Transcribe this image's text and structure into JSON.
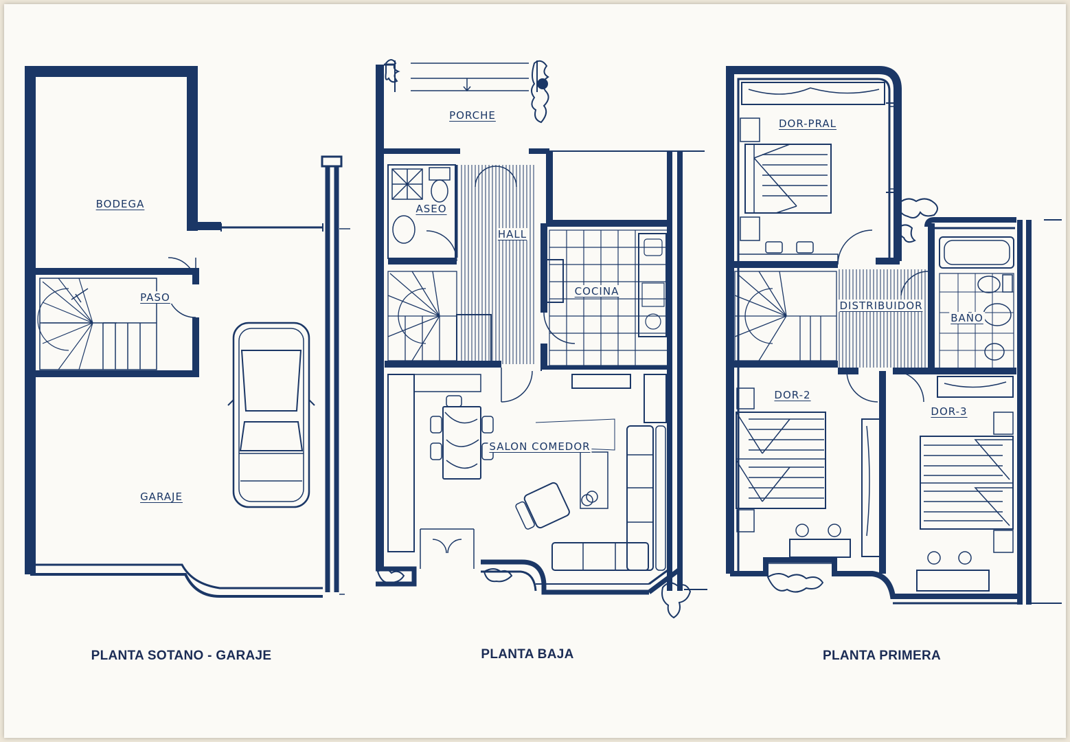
{
  "colors": {
    "ink": "#1b3766",
    "paper": "#fbfaf6",
    "title": "#1b2c55"
  },
  "plans": {
    "sotano": {
      "title": "PLANTA SOTANO - GARAJE",
      "rooms": {
        "bodega": "BODEGA",
        "paso": "PASO",
        "garaje": "GARAJE"
      }
    },
    "baja": {
      "title": "PLANTA BAJA",
      "rooms": {
        "porche": "PORCHE",
        "aseo": "ASEO",
        "hall": "HALL",
        "cocina": "COCINA",
        "salon": "SALON COMEDOR"
      }
    },
    "primera": {
      "title": "PLANTA PRIMERA",
      "rooms": {
        "dor_pral": "DOR-PRAL",
        "distribuidor": "DISTRIBUIDOR",
        "bano": "BAÑO",
        "dor2": "DOR-2",
        "dor3": "DOR-3"
      }
    }
  }
}
